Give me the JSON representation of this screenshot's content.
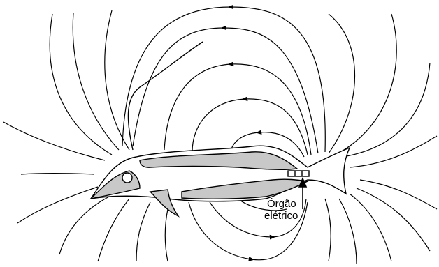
{
  "figure": {
    "label_line_1": "Órgão",
    "label_line_2": "elétrico"
  },
  "colors": {
    "line": "#000000",
    "body_fill": "#ffffff",
    "organ_fill": "#c8c8c8"
  },
  "icons": {
    "field_arrow": "arrowhead-triangle",
    "pointer": "upward-arrow"
  }
}
